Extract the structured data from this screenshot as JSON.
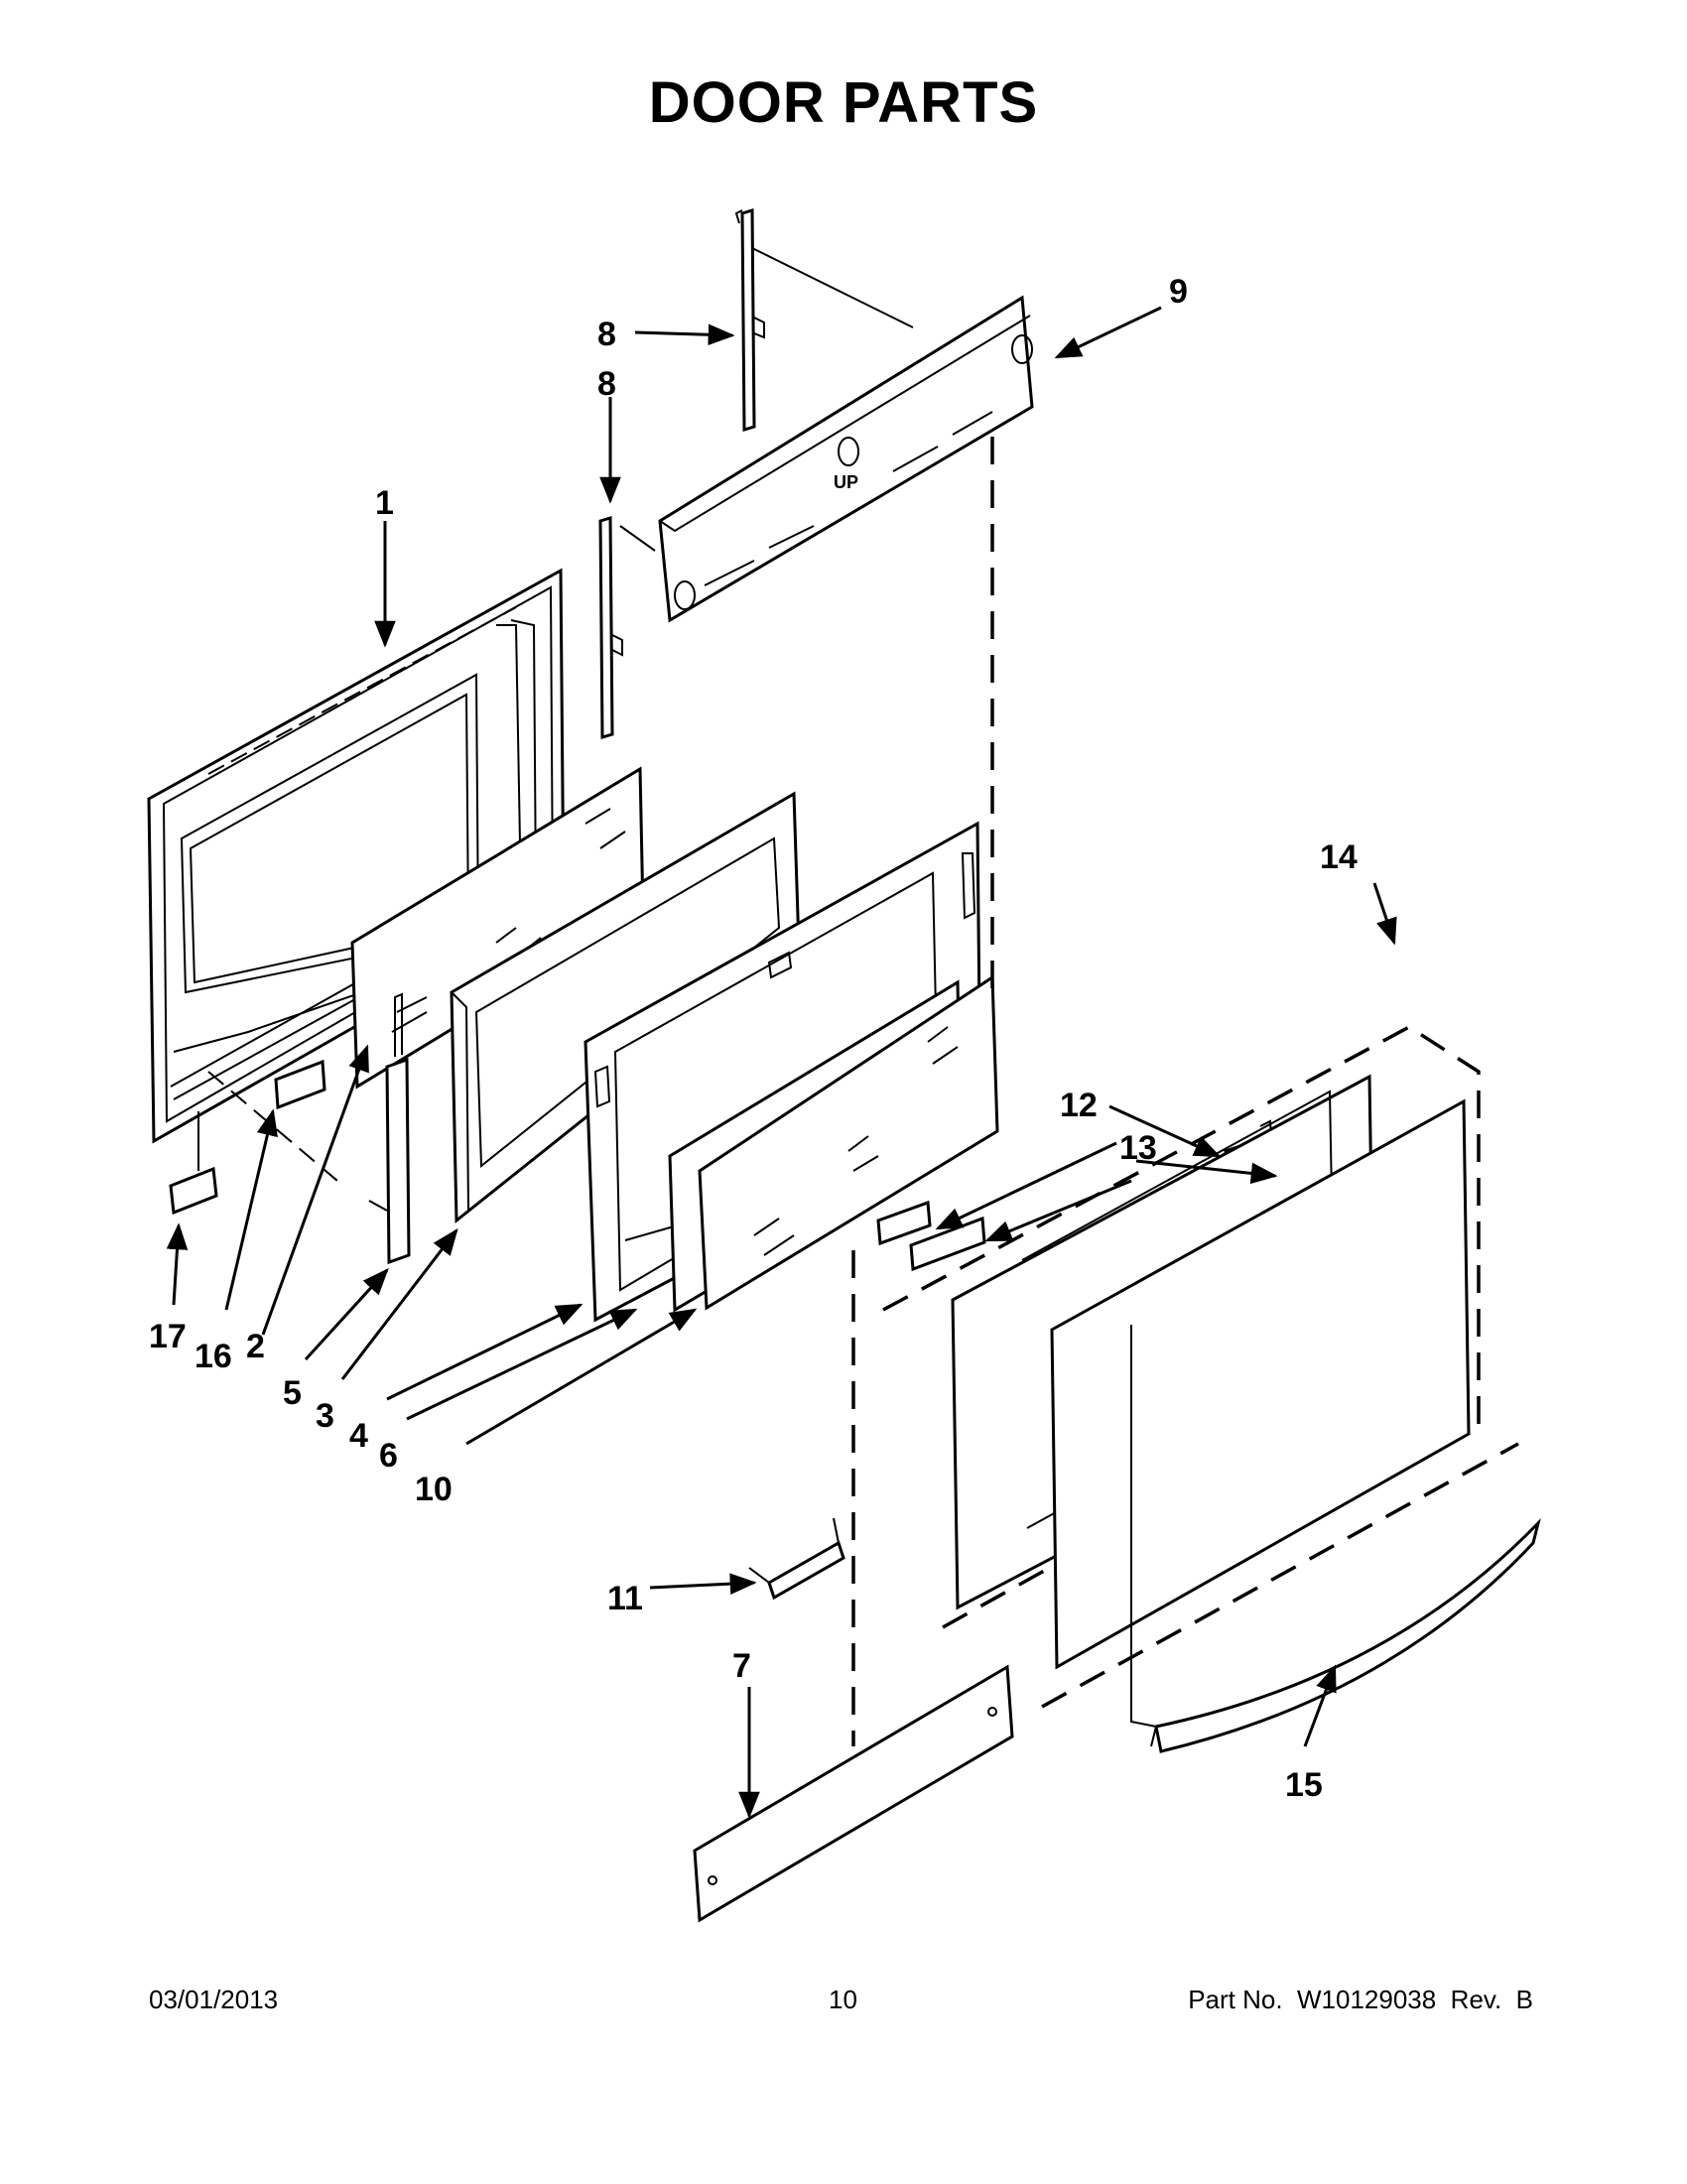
{
  "title": "DOOR PARTS",
  "callouts": {
    "c1": "1",
    "c2": "2",
    "c3": "3",
    "c4": "4",
    "c5": "5",
    "c6": "6",
    "c7": "7",
    "c8a": "8",
    "c8b": "8",
    "c9": "9",
    "c10": "10",
    "c11": "11",
    "c12": "12",
    "c13": "13",
    "c14": "14",
    "c15": "15",
    "c16": "16",
    "c17": "17"
  },
  "panel_marking": "UP",
  "footer": {
    "date": "03/01/2013",
    "page": "10",
    "part": "Part No.  W10129038  Rev.  B"
  }
}
